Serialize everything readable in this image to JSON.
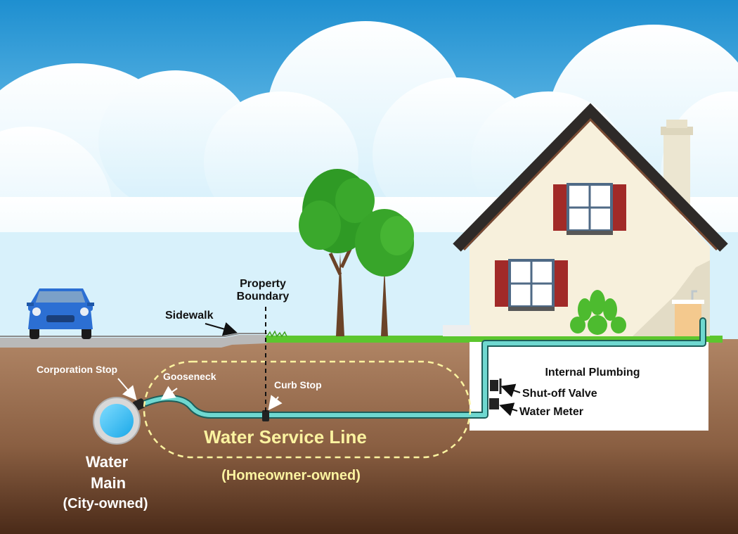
{
  "labels": {
    "sidewalk": "Sidewalk",
    "property_boundary_line1": "Property",
    "property_boundary_line2": "Boundary",
    "corporation_stop": "Corporation Stop",
    "gooseneck": "Gooseneck",
    "curb_stop": "Curb Stop",
    "water_service_line": "Water Service Line",
    "homeowner_owned": "(Homeowner-owned)",
    "water_main_line1": "Water",
    "water_main_line2": "Main",
    "city_owned": "(City-owned)",
    "internal_plumbing": "Internal Plumbing",
    "shutoff_valve": "Shut-off Valve",
    "water_meter": "Water Meter"
  },
  "colors": {
    "sky_top": "#1e8fd0",
    "sky_bottom": "#bfe6f7",
    "soil_top": "#a97d5c",
    "soil_bottom": "#4a2a18",
    "pipe": "#6fd8d0",
    "pipe_outline": "#1d5e5a",
    "label_yellow": "#fbf3a0",
    "house_wall": "#f7f0dc",
    "roof": "#2e2a28",
    "shutter": "#a12a28",
    "grass": "#5cc62e",
    "car": "#2c6fd3"
  },
  "icons": {
    "car": "car-icon",
    "trees": "tree-icon",
    "house": "house-icon",
    "plant": "plant-icon",
    "water_main": "water-main-pipe-icon",
    "valve": "shutoff-valve-icon",
    "meter": "water-meter-icon"
  }
}
